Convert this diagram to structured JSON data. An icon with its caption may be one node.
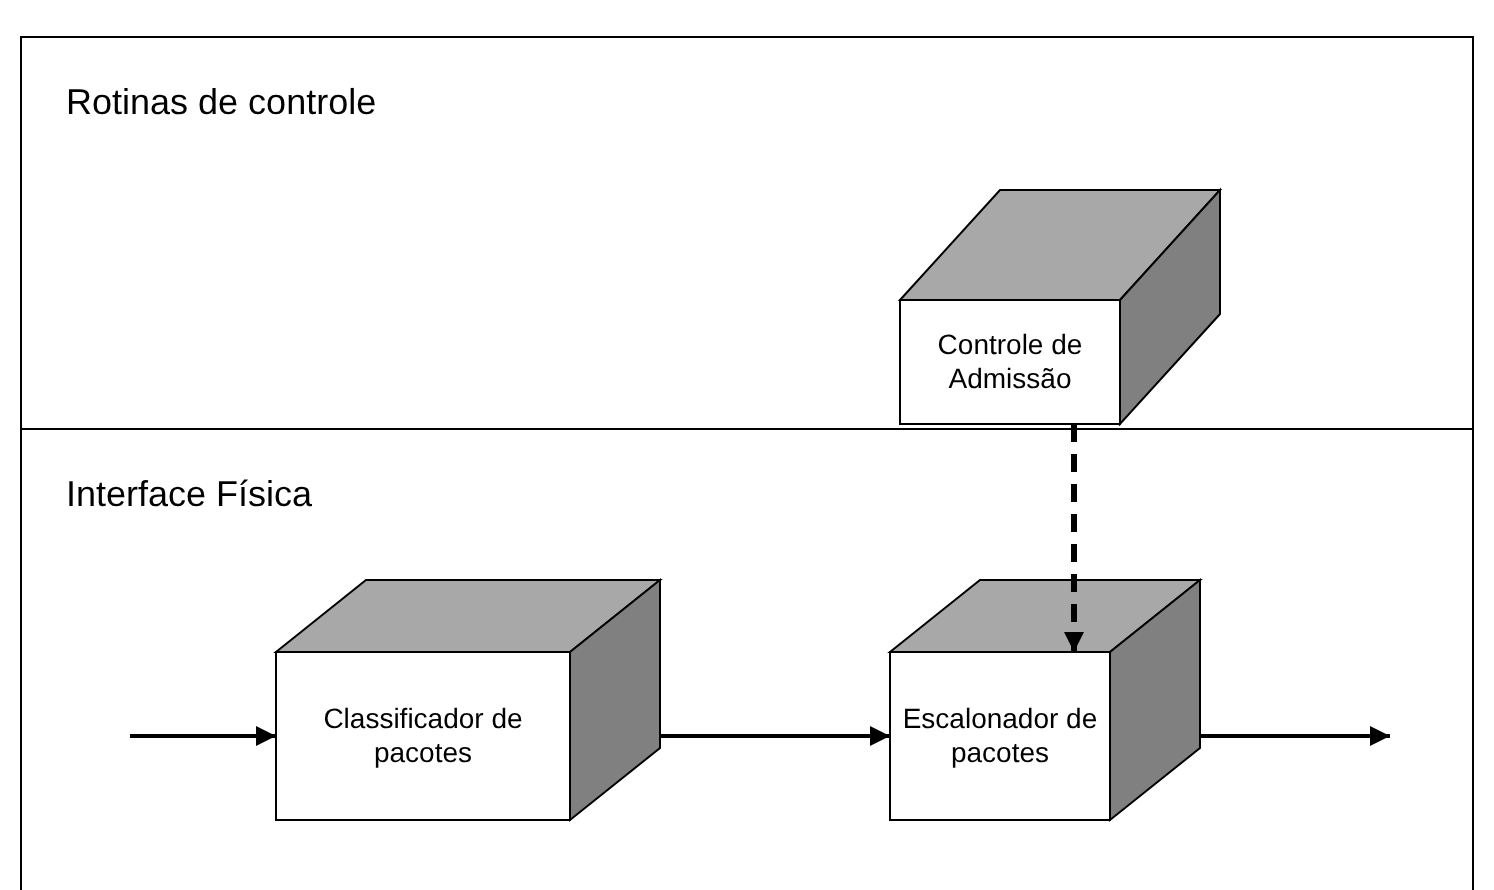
{
  "diagram": {
    "nodes": [
      {
        "text": [
          "Rotinas de controle"
        ]
      },
      {
        "text": [
          "Controle de Admissão"
        ],
        "in": 0
      },
      {
        "text": [
          "Interface Física"
        ]
      },
      {
        "text": [
          "Classificador de pacotes"
        ],
        "in": 2
      },
      {
        "text": [
          "Escalonador de pacotes"
        ],
        "in": 2
      }
    ],
    "edges": [
      {
        "from": null,
        "to": 3,
        "arrow": "to"
      },
      {
        "from": 3,
        "to": 4,
        "arrow": "to"
      },
      {
        "from": 1,
        "to": 4,
        "arrow": "to",
        "style": "dashed"
      },
      {
        "from": 4,
        "to": null,
        "arrow": "to"
      }
    ]
  }
}
